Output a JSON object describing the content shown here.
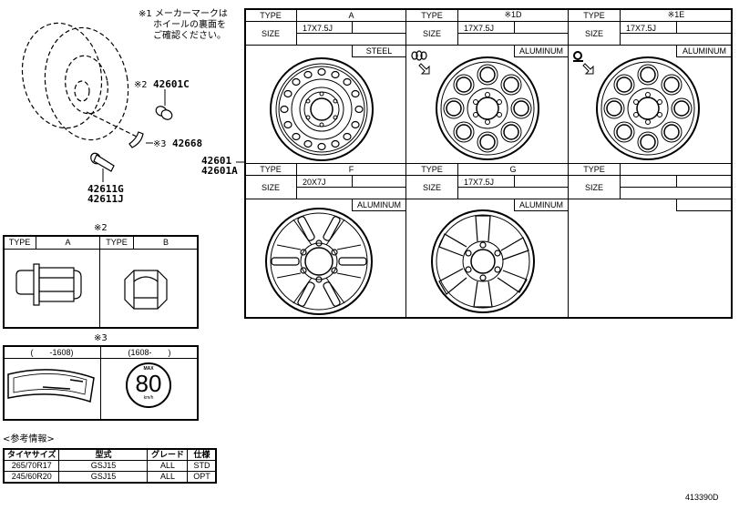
{
  "notes": {
    "note1_mark": "※1",
    "note1_lines": [
      "メーカーマークは",
      "ホイールの裏面を",
      "ご確認ください。"
    ]
  },
  "callouts": {
    "lug_nut": {
      "mark": "※2",
      "part": "42601C"
    },
    "label": {
      "mark": "※3",
      "part": "42668"
    },
    "valve": {
      "parts": [
        "42611G",
        "42611J"
      ]
    },
    "wheel": {
      "parts": [
        "42601",
        "42601A"
      ]
    }
  },
  "wheel_table": {
    "type_label": "TYPE",
    "size_label": "SIZE",
    "cells": [
      {
        "type": "A",
        "size": "17X7.5J",
        "material": "STEEL",
        "mark_icon": ""
      },
      {
        "type": "※1D",
        "size": "17X7.5J",
        "material": "ALUMINUM",
        "mark_icon": "toyota-emblem-icon"
      },
      {
        "type": "※1E",
        "size": "17X7.5J",
        "material": "ALUMINUM",
        "mark_icon": "ring-emblem-icon"
      },
      {
        "type": "F",
        "size": "20X7J",
        "material": "ALUMINUM",
        "mark_icon": ""
      },
      {
        "type": "G",
        "size": "17X7.5J",
        "material": "ALUMINUM",
        "mark_icon": ""
      },
      {
        "type": "",
        "size": "",
        "material": "",
        "mark_icon": ""
      }
    ]
  },
  "nut_table": {
    "title": "※2",
    "type_label": "TYPE",
    "types": [
      "A",
      "B"
    ]
  },
  "label_table": {
    "title": "※3",
    "headers": [
      "(　　-1608)",
      "(1608-　　)"
    ],
    "speed_max": "MAX",
    "speed_value": "80",
    "speed_unit": "km/h"
  },
  "reference": {
    "title": "<参考情報>",
    "headers": [
      "タイヤサイズ",
      "型式",
      "グレード",
      "仕様"
    ],
    "rows": [
      [
        "265/70R17",
        "GSJ15",
        "ALL",
        "STD"
      ],
      [
        "245/60R20",
        "GSJ15",
        "ALL",
        "OPT"
      ]
    ]
  },
  "diagram_id": "413390D"
}
